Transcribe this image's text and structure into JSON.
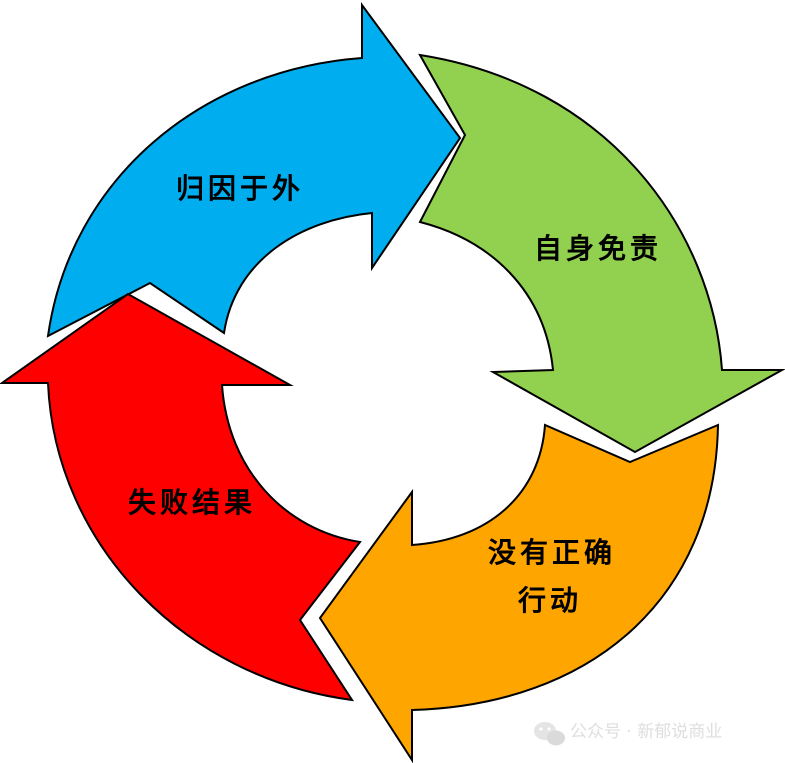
{
  "diagram": {
    "type": "cycle",
    "segments": [
      {
        "id": "blue",
        "label": "归因于外",
        "color": "#00AEEF"
      },
      {
        "id": "green",
        "label": "自身免责",
        "color": "#92D050"
      },
      {
        "id": "orange",
        "label_line1": "没有正确",
        "label_line2": "行动",
        "color": "#FFA500"
      },
      {
        "id": "red",
        "label": "失败结果",
        "color": "#FF0000"
      }
    ]
  },
  "watermark": {
    "icon": "wechat-icon",
    "text": "公众号 · 新郁说商业"
  }
}
